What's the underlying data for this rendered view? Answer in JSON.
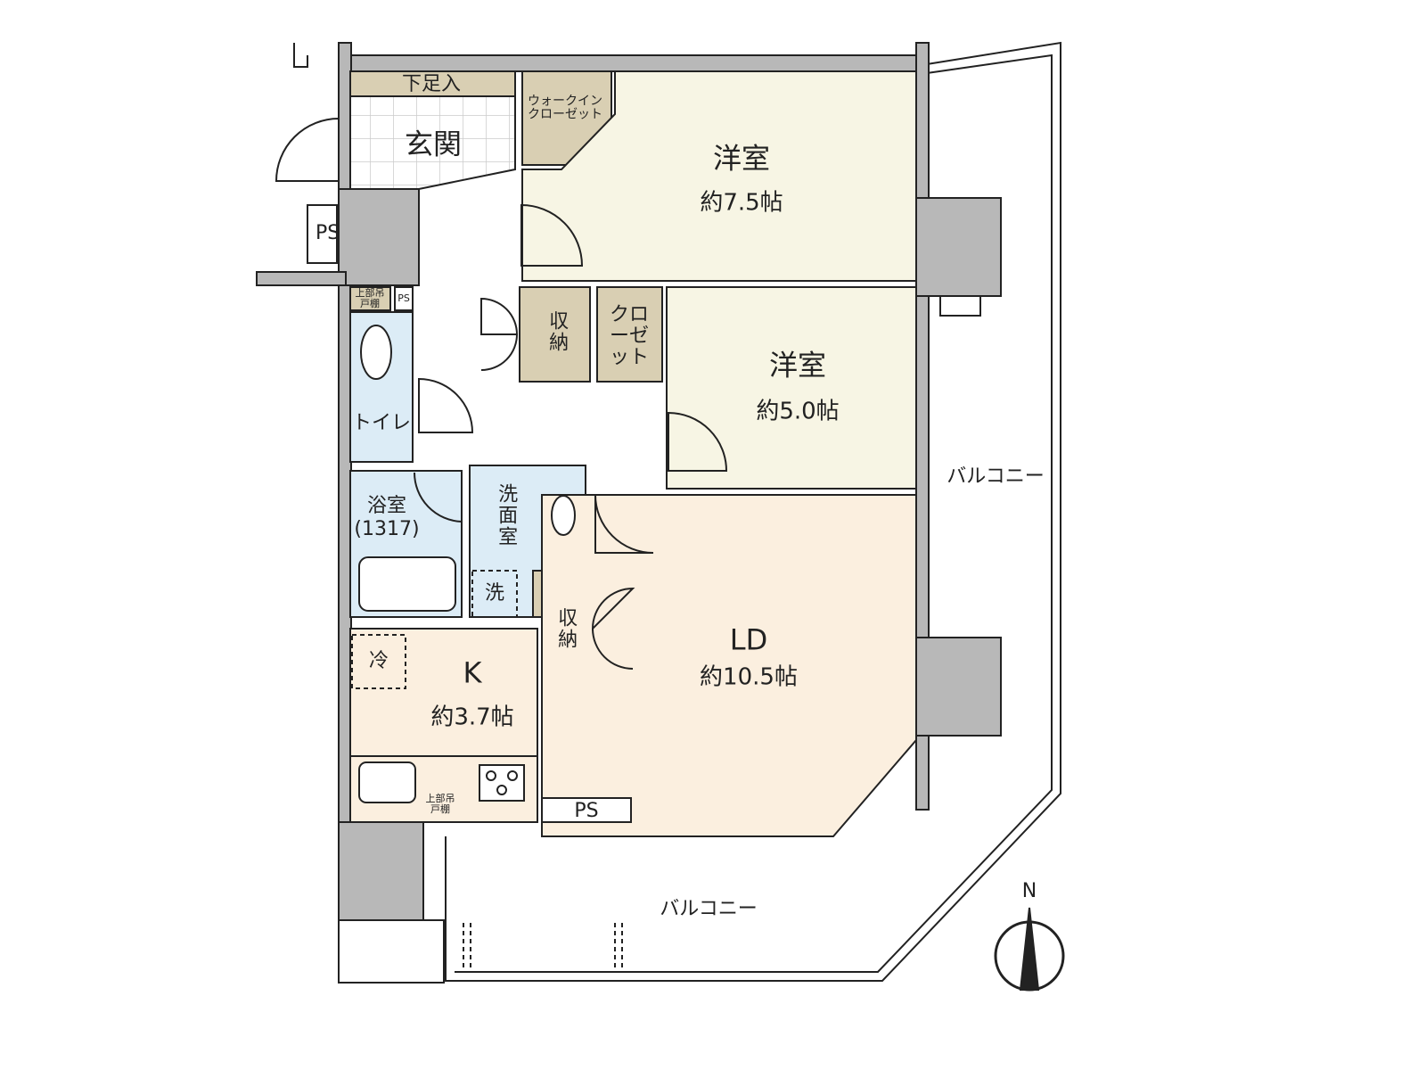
{
  "rooms": {
    "entrance": "玄関",
    "shoe_storage": "下足入",
    "walk_in_closet": "ウォークイン\nクローゼット",
    "western1": {
      "name": "洋室",
      "size": "約7.5帖"
    },
    "western2": {
      "name": "洋室",
      "size": "約5.0帖"
    },
    "storage1": "収納",
    "closet": "クローゼット",
    "toilet": "トイレ",
    "upper_cabinet": "上部吊戸棚",
    "ps": "PS",
    "bath": "浴室",
    "bath_size": "(1317)",
    "washroom": "洗面室",
    "washer": "洗",
    "storage2": "収納",
    "fridge": "冷",
    "kitchen": {
      "name": "K",
      "size": "約3.7帖"
    },
    "ld": {
      "name": "LD",
      "size": "約10.5帖"
    },
    "balcony_east": "バルコニー",
    "balcony_south": "バルコニー"
  },
  "compass": "N",
  "colors": {
    "wall": "#b8b8b8",
    "western": "#f7f5e4",
    "ld": "#fbefdf",
    "storage": "#d9cfb3",
    "wet": "#dcecf6"
  }
}
